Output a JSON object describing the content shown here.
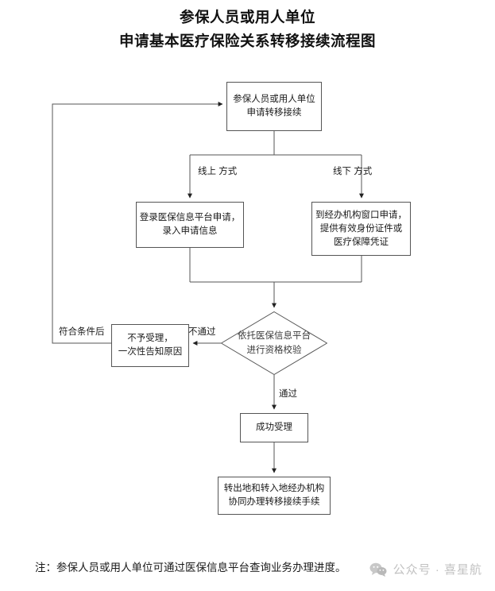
{
  "title": {
    "line1": "参保人员或用人单位",
    "line2": "申请基本医疗保险关系转移接续流程图"
  },
  "flowchart": {
    "type": "flowchart",
    "nodes": [
      {
        "id": "start",
        "shape": "rectangle",
        "lines": [
          "参保人员或用人单位",
          "申请转移接续"
        ]
      },
      {
        "id": "online",
        "shape": "rectangle",
        "lines": [
          "登录医保信息平台申请，",
          "录入申请信息"
        ]
      },
      {
        "id": "offline",
        "shape": "rectangle",
        "lines": [
          "到经办机构窗口申请，",
          "提供有效身份证件或",
          "医疗保障凭证"
        ]
      },
      {
        "id": "decision",
        "shape": "diamond",
        "lines": [
          "依托医保信息平台",
          "进行资格校验"
        ]
      },
      {
        "id": "reject",
        "shape": "rectangle",
        "lines": [
          "不予受理，",
          "一次性告知原因"
        ]
      },
      {
        "id": "accepted",
        "shape": "rectangle",
        "lines": [
          "成功受理"
        ]
      },
      {
        "id": "transfer",
        "shape": "rectangle",
        "lines": [
          "转出地和转入地经办机构",
          "协同办理转移接续手续"
        ]
      }
    ],
    "edge_labels": {
      "online": "线上\n方式",
      "online_l1": "线上",
      "online_l2": "方式",
      "offline_l1": "线下",
      "offline_l2": "方式",
      "fail": "不通过",
      "pass": "通过",
      "requeue": "符合条件后"
    },
    "edges": [
      {
        "from": "start",
        "to": "online",
        "label": "线上方式"
      },
      {
        "from": "start",
        "to": "offline",
        "label": "线下方式"
      },
      {
        "from": "online",
        "to": "decision",
        "label": ""
      },
      {
        "from": "offline",
        "to": "decision",
        "label": ""
      },
      {
        "from": "decision",
        "to": "reject",
        "label": "不通过"
      },
      {
        "from": "decision",
        "to": "accepted",
        "label": "通过"
      },
      {
        "from": "accepted",
        "to": "transfer",
        "label": ""
      },
      {
        "from": "reject",
        "to": "start",
        "label": "符合条件后"
      }
    ]
  },
  "footer": {
    "note": "注：参保人员或用人单位可通过医保信息平台查询业务办理进度。"
  },
  "watermark": {
    "icon": "wechat-icon",
    "text": "公众号 · 喜星航"
  },
  "colors": {
    "stroke": "#555555",
    "text": "#1a1a1a",
    "watermark": "#c2c2c2",
    "background": "#ffffff"
  }
}
